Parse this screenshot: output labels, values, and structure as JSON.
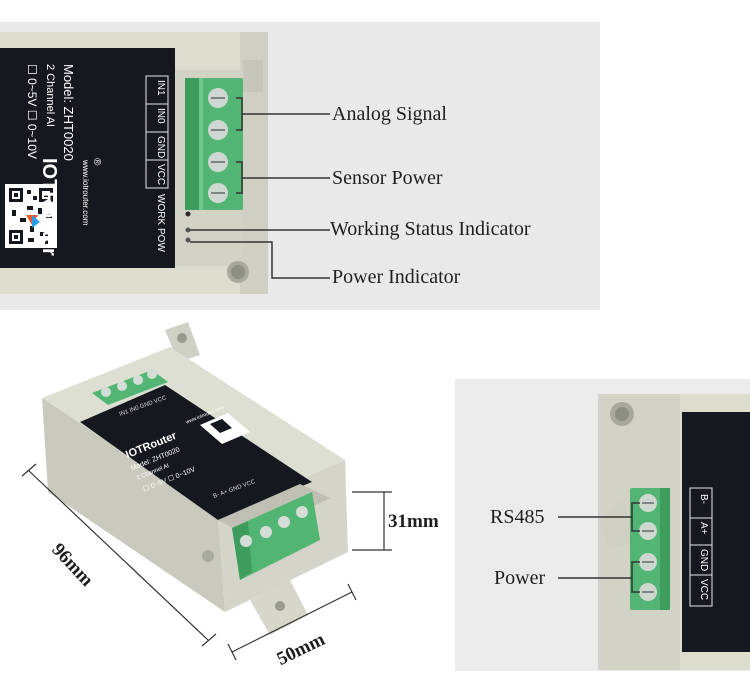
{
  "device": {
    "brand": "IOTRouter",
    "registered_mark": "®",
    "model_line": "Model:  ZHT0020",
    "channel_line": "2 Channel AI",
    "range_line": "☐ 0~5V  ☐ 0~10V",
    "website": "www.iotrouter.com",
    "top_terminals": [
      "IN1",
      "IN0",
      "GND",
      "VCC"
    ],
    "indicators": [
      "WORK",
      "POW"
    ],
    "bottom_terminals": [
      "B-",
      "A+",
      "GND",
      "VCC"
    ]
  },
  "callouts": {
    "analog_signal": "Analog Signal",
    "sensor_power": "Sensor Power",
    "working_status": "Working Status Indicator",
    "power_indicator": "Power Indicator",
    "rs485": "RS485",
    "power": "Power"
  },
  "dimensions": {
    "length": "96mm",
    "width": "50mm",
    "height": "31mm"
  },
  "colors": {
    "housing": "#d9dbcf",
    "label": "#15181f",
    "terminal": "#53b573",
    "line": "#333333"
  }
}
